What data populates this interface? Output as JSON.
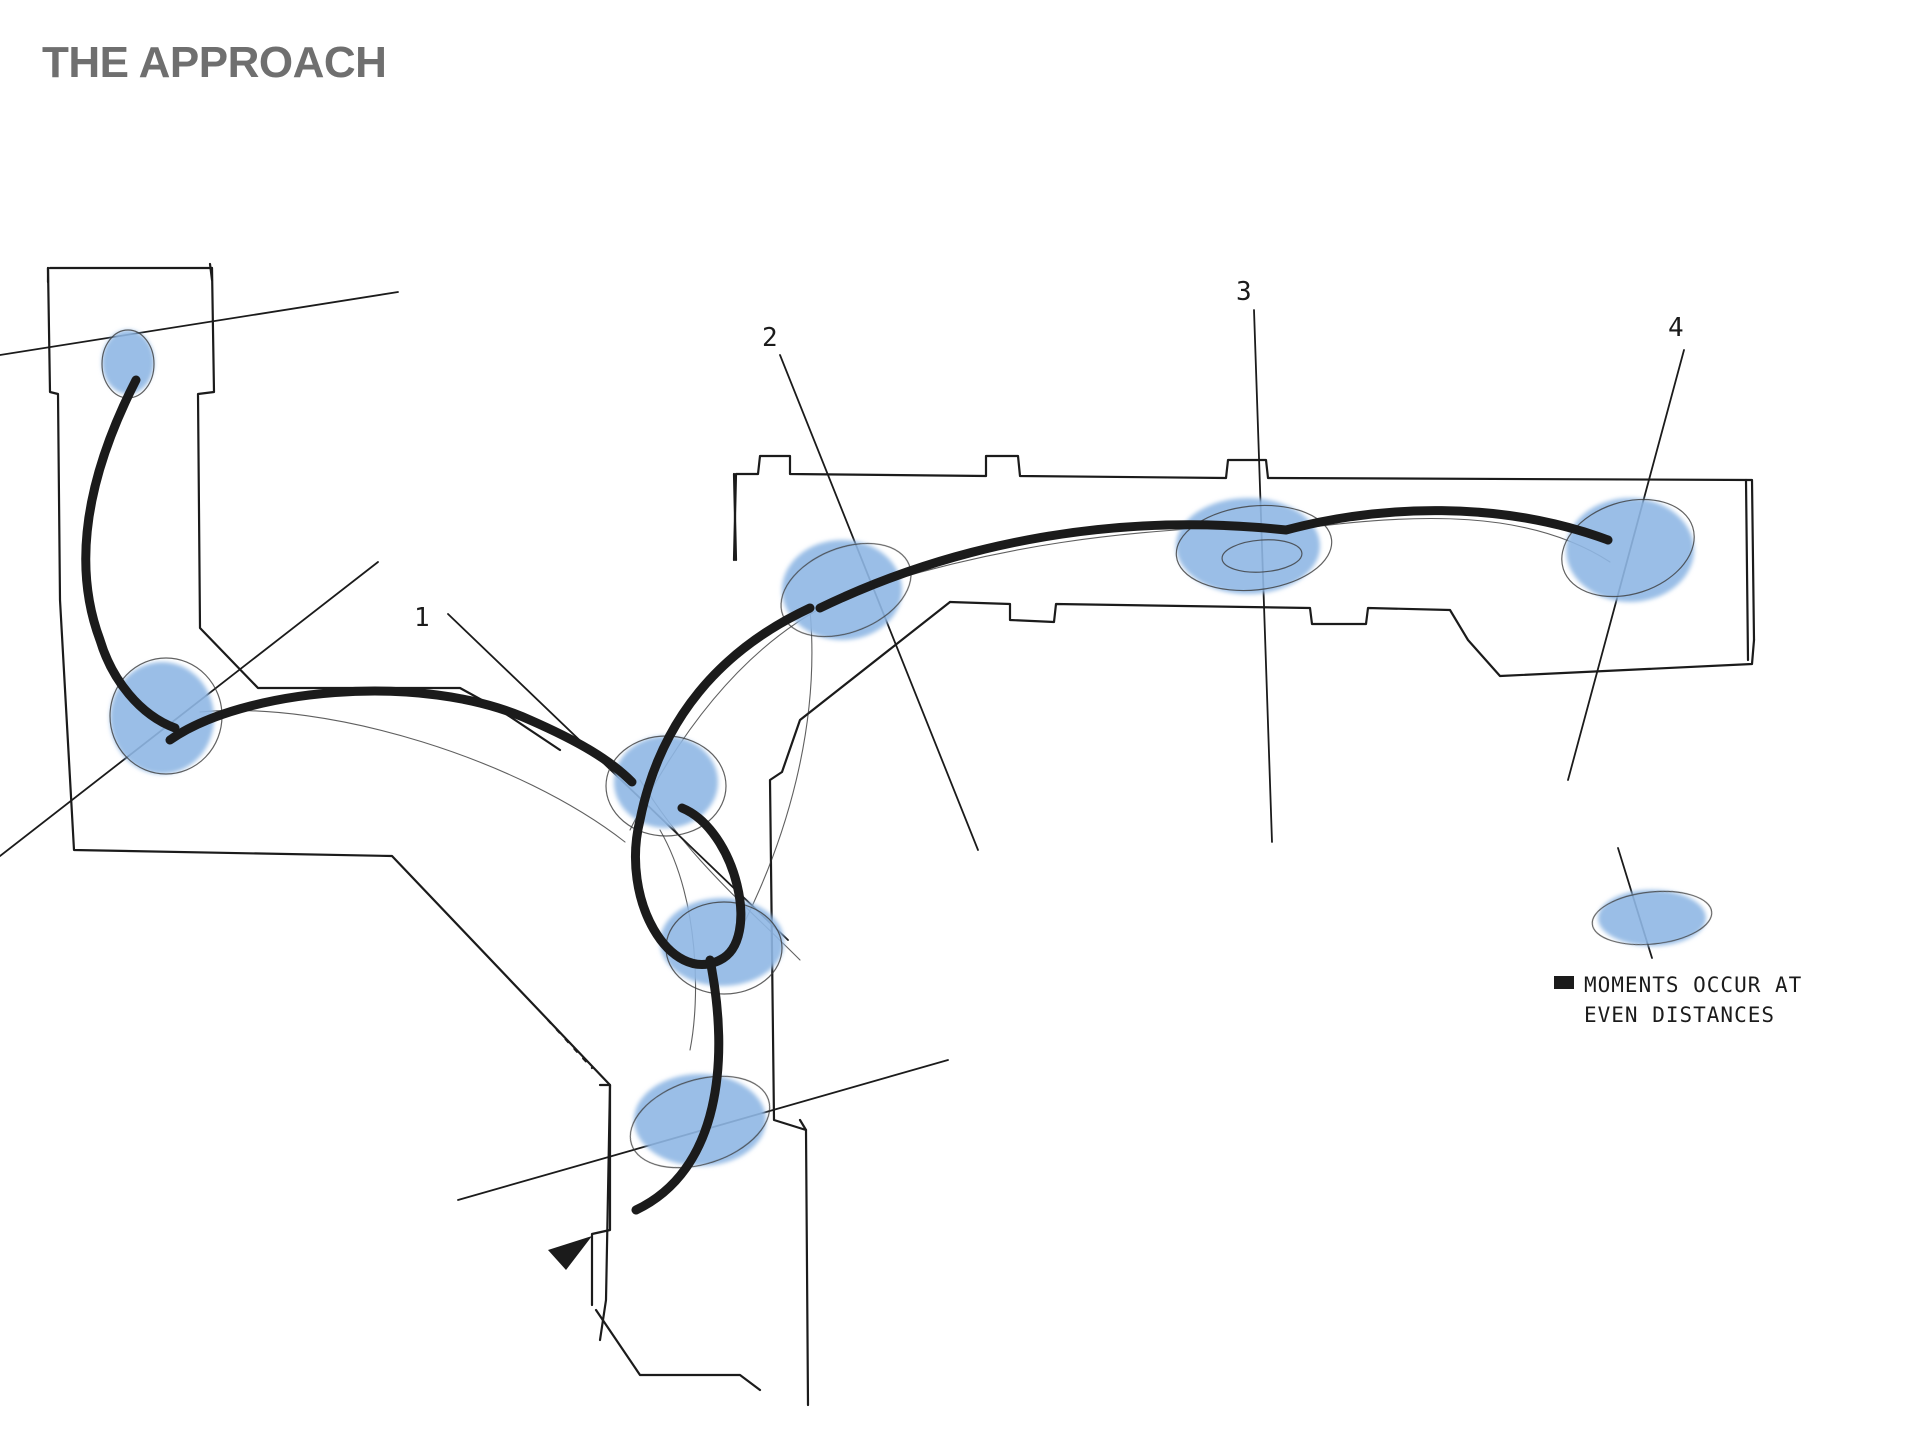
{
  "title": "THE APPROACH",
  "section_markers": [
    "1",
    "2",
    "3",
    "4"
  ],
  "legend": {
    "line1": "MOMENTS OCCUR AT",
    "line2": "EVEN DISTANCES"
  },
  "colors": {
    "title": "#6f6f6f",
    "ink": "#1b1b1b",
    "wash": "#8fb7e4",
    "wash_dark": "#6a9ed8"
  }
}
